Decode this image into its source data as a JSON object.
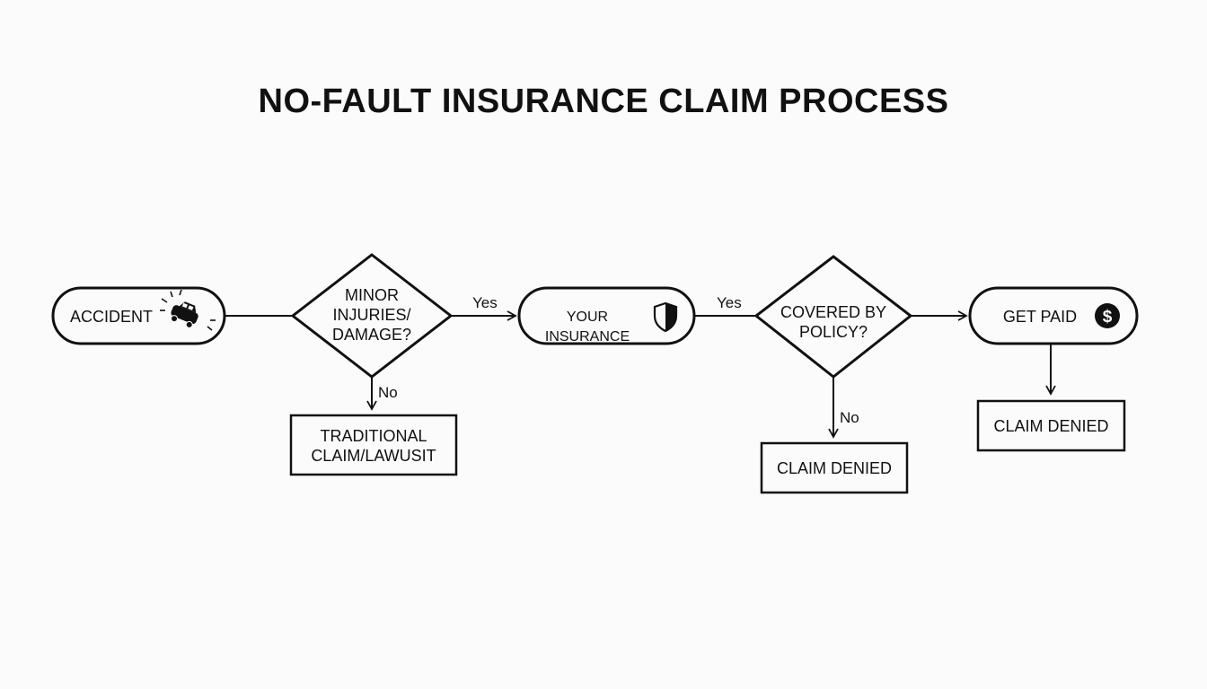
{
  "title": "NO-FAULT INSURANCE CLAIM PROCESS",
  "nodes": {
    "accident": {
      "label": "ACCIDENT",
      "icon": "car-crash-icon"
    },
    "minor": {
      "line1": "MINOR",
      "line2": "INJURIES/",
      "line3": "DAMAGE?"
    },
    "traditional": {
      "line1": "TRADITIONAL",
      "line2": "CLAIM/LAWUSIT"
    },
    "your_insurance": {
      "label": "YOUR INSURANCE",
      "icon": "shield-icon"
    },
    "covered": {
      "line1": "COVERED BY",
      "line2": "POLICY?"
    },
    "claim_denied_1": {
      "label": "CLAIM DENIED"
    },
    "get_paid": {
      "label": "GET PAID",
      "icon": "dollar-icon"
    },
    "claim_denied_2": {
      "label": "CLAIM DENIED"
    }
  },
  "edges": {
    "yes_1": "Yes",
    "no_1": "No",
    "yes_2": "Yes",
    "no_2": "No"
  },
  "colors": {
    "stroke": "#111111",
    "background": "#fbfbfb"
  }
}
